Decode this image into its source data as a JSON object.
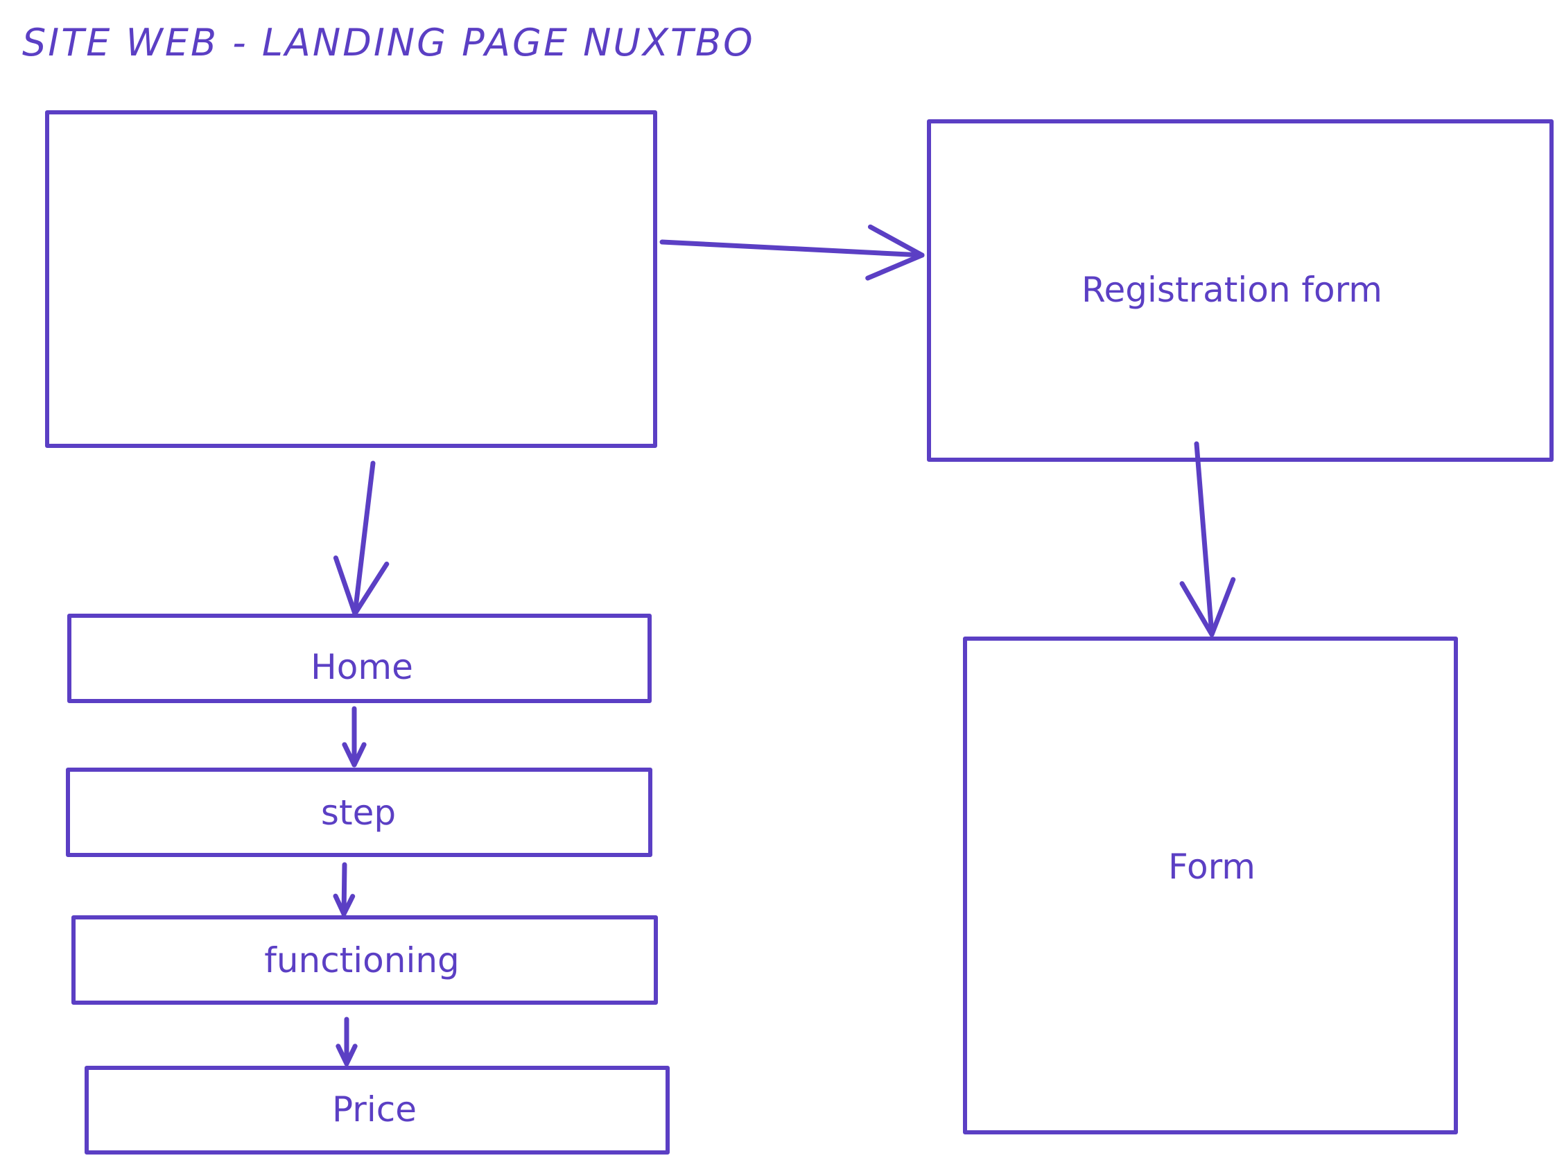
{
  "diagram": {
    "title": "SITE WEB - LANDING PAGE NUXTBO",
    "stroke_color": "#5b3fc4",
    "nodes": [
      {
        "id": "main",
        "label": ""
      },
      {
        "id": "registration",
        "label": "Registration form"
      },
      {
        "id": "form",
        "label": "Form"
      },
      {
        "id": "home",
        "label": "Home"
      },
      {
        "id": "step",
        "label": "step"
      },
      {
        "id": "functioning",
        "label": "functioning"
      },
      {
        "id": "price",
        "label": "Price"
      }
    ],
    "edges": [
      {
        "from": "main",
        "to": "registration"
      },
      {
        "from": "registration",
        "to": "form"
      },
      {
        "from": "main",
        "to": "home"
      },
      {
        "from": "home",
        "to": "step"
      },
      {
        "from": "step",
        "to": "functioning"
      },
      {
        "from": "functioning",
        "to": "price"
      }
    ]
  }
}
